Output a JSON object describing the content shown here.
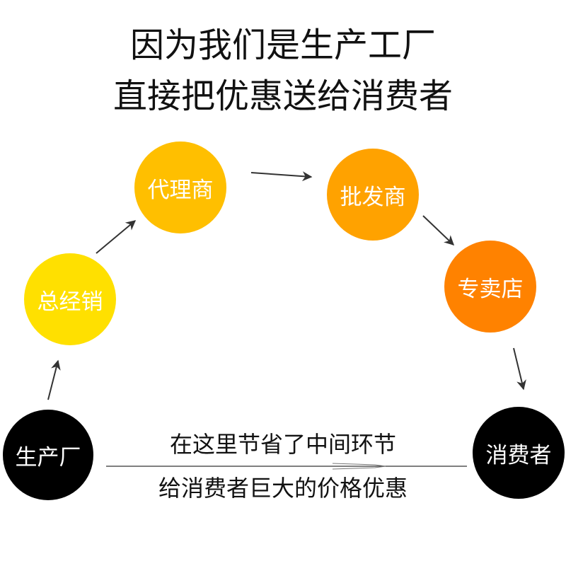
{
  "title": {
    "line1": "因为我们是生产工厂",
    "line2": "直接把优惠送给消费者"
  },
  "nodes": {
    "manufacturer": {
      "label": "生产厂",
      "color": "#000000",
      "text_color": "#ffffff"
    },
    "general_distributor": {
      "label": "总经销",
      "color": "#FFE000",
      "text_color": "#ffffff"
    },
    "agent": {
      "label": "代理商",
      "color": "#FFBF00",
      "text_color": "#ffffff"
    },
    "wholesaler": {
      "label": "批发商",
      "color": "#FFA200",
      "text_color": "#ffffff"
    },
    "store": {
      "label": "专卖店",
      "color": "#FF8200",
      "text_color": "#ffffff"
    },
    "consumer": {
      "label": "消费者",
      "color": "#000000",
      "text_color": "#ffffff"
    }
  },
  "note": {
    "top": "在这里节省了中间环节",
    "bottom": "给消费者巨大的价格优惠"
  },
  "arrow_color": "#333333"
}
